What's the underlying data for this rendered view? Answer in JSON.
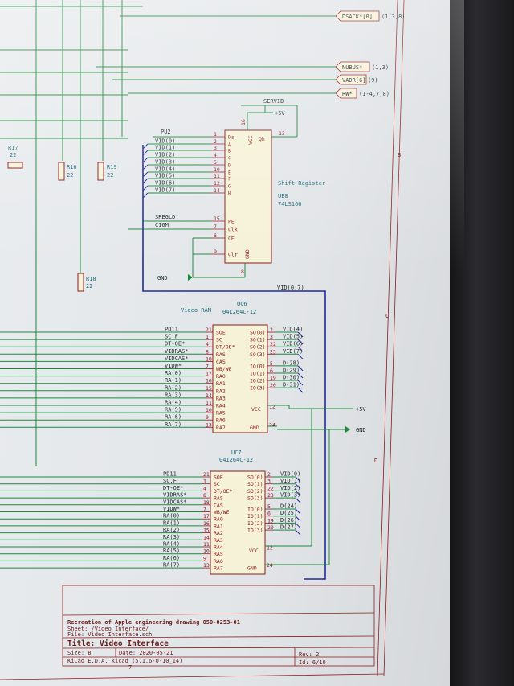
{
  "hier_labels": [
    {
      "text": "DSACK*[0]",
      "suffix": "(1,3,8)"
    },
    {
      "text": "NUBUS*",
      "suffix": "(1,3)"
    },
    {
      "text": "VADR[6]",
      "suffix": "(9)"
    },
    {
      "text": "RW*",
      "suffix": "(1-4,7,8)"
    }
  ],
  "frame": {
    "row_b": "B",
    "row_c": "C",
    "row_d": "D",
    "col_7": "7"
  },
  "resistors": [
    {
      "ref": "R17",
      "value": "22"
    },
    {
      "ref": "R16",
      "value": "22"
    },
    {
      "ref": "R19",
      "value": "22"
    },
    {
      "ref": "R18",
      "value": "22"
    }
  ],
  "shift_register": {
    "servid": "SERVID",
    "vcc_label": "+5V",
    "pu2": "PU2",
    "inputs": [
      "VID(0)",
      "VID(1)",
      "VID(2)",
      "VID(3)",
      "VID(4)",
      "VID(5)",
      "VID(6)",
      "VID(7)"
    ],
    "sregld": "SREGLD",
    "c16m": "C16M",
    "gnd": "GND",
    "pins_left": [
      {
        "num": "1",
        "name": "Ds"
      },
      {
        "num": "2",
        "name": "A"
      },
      {
        "num": "3",
        "name": "B"
      },
      {
        "num": "4",
        "name": "C"
      },
      {
        "num": "5",
        "name": "D"
      },
      {
        "num": "10",
        "name": "E"
      },
      {
        "num": "11",
        "name": "F"
      },
      {
        "num": "12",
        "name": "G"
      },
      {
        "num": "14",
        "name": "H"
      },
      {
        "num": "15",
        "name": "PE"
      },
      {
        "num": "7",
        "name": "Clk"
      },
      {
        "num": "6",
        "name": "CE"
      },
      {
        "num": "9",
        "name": "Clr"
      }
    ],
    "vcc_pin": "16",
    "vcc_name": "VCC",
    "qh_name": "Qh",
    "qh_pin": "13",
    "gnd_name": "GND",
    "gnd_pin": "8",
    "title": "Shift Register",
    "ref": "UE8",
    "part": "74LS166"
  },
  "bus_vid": "VID(0:7)",
  "ram_title": "Video RAM",
  "left_signals": [
    "PD11",
    "SC.F",
    "DT-OE*",
    "VIDRAS*",
    "VIDCAS*",
    "VIDW*",
    "RA(0)",
    "RA(1)",
    "RA(2)",
    "RA(3)",
    "RA(4)",
    "RA(5)",
    "RA(6)",
    "RA(7)"
  ],
  "uc6": {
    "ref": "UC6",
    "part": "041264C-12",
    "pins_left": [
      {
        "num": "21",
        "name": "SOE"
      },
      {
        "num": "1",
        "name": "SC"
      },
      {
        "num": "4",
        "name": "DT/OE*"
      },
      {
        "num": "8",
        "name": "RAS"
      },
      {
        "num": "18",
        "name": "CAS"
      },
      {
        "num": "7",
        "name": "WB/WE"
      },
      {
        "num": "17",
        "name": "RA0"
      },
      {
        "num": "16",
        "name": "RA1"
      },
      {
        "num": "15",
        "name": "RA2"
      },
      {
        "num": "14",
        "name": "RA3"
      },
      {
        "num": "11",
        "name": "RA4"
      },
      {
        "num": "10",
        "name": "RA5"
      },
      {
        "num": "9",
        "name": "RA6"
      },
      {
        "num": "13",
        "name": "RA7"
      }
    ],
    "pins_right": [
      {
        "num": "2",
        "name": "SO(0)",
        "net": "VID(4)"
      },
      {
        "num": "3",
        "name": "SO(1)",
        "net": "VID(5)"
      },
      {
        "num": "22",
        "name": "SO(2)",
        "net": "VID(6)"
      },
      {
        "num": "23",
        "name": "SO(3)",
        "net": "VID(7)"
      },
      {
        "num": "5",
        "name": "IO(0)",
        "net": "D(28)"
      },
      {
        "num": "6",
        "name": "IO(1)",
        "net": "D(29)"
      },
      {
        "num": "19",
        "name": "IO(2)",
        "net": "D(30)"
      },
      {
        "num": "20",
        "name": "IO(3)",
        "net": "D(31)"
      }
    ],
    "vcc_num": "12",
    "vcc_name": "VCC",
    "gnd_num": "24",
    "gnd_name": "GND"
  },
  "uc7": {
    "ref": "UC7",
    "part": "041264C-12",
    "pins_left": [
      {
        "num": "21",
        "name": "SOE"
      },
      {
        "num": "1",
        "name": "SC"
      },
      {
        "num": "4",
        "name": "DT/OE*"
      },
      {
        "num": "8",
        "name": "RAS"
      },
      {
        "num": "18",
        "name": "CAS"
      },
      {
        "num": "7",
        "name": "WB/WE"
      },
      {
        "num": "17",
        "name": "RA0"
      },
      {
        "num": "16",
        "name": "RA1"
      },
      {
        "num": "15",
        "name": "RA2"
      },
      {
        "num": "14",
        "name": "RA3"
      },
      {
        "num": "11",
        "name": "RA4"
      },
      {
        "num": "10",
        "name": "RA5"
      },
      {
        "num": "9",
        "name": "RA6"
      },
      {
        "num": "13",
        "name": "RA7"
      }
    ],
    "pins_right": [
      {
        "num": "2",
        "name": "SO(0)",
        "net": "VID(0)"
      },
      {
        "num": "3",
        "name": "SO(1)",
        "net": "VID(1)"
      },
      {
        "num": "22",
        "name": "SO(2)",
        "net": "VID(2)"
      },
      {
        "num": "23",
        "name": "SO(3)",
        "net": "VID(3)"
      },
      {
        "num": "5",
        "name": "IO(0)",
        "net": "D(24)"
      },
      {
        "num": "6",
        "name": "IO(1)",
        "net": "D(25)"
      },
      {
        "num": "19",
        "name": "IO(2)",
        "net": "D(26)"
      },
      {
        "num": "20",
        "name": "IO(3)",
        "net": "D(27)"
      }
    ],
    "vcc_num": "12",
    "vcc_name": "VCC",
    "gnd_num": "24",
    "gnd_name": "GND"
  },
  "power": {
    "plus5": "+5V",
    "gnd": "GND"
  },
  "title_block": {
    "recreation": "Recreation of Apple engineering drawing 050-0253-01",
    "sheet": "Sheet: /Video Interface/",
    "file": "File: Video Interface.sch",
    "title": "Title: Video Interface",
    "size": "Size: B",
    "date": "Date: 2020-05-21",
    "rev": "Rev: 2",
    "kicad": "KiCad E.D.A.  kicad (5.1.6-0-10_14)",
    "id": "Id: 6/10"
  }
}
